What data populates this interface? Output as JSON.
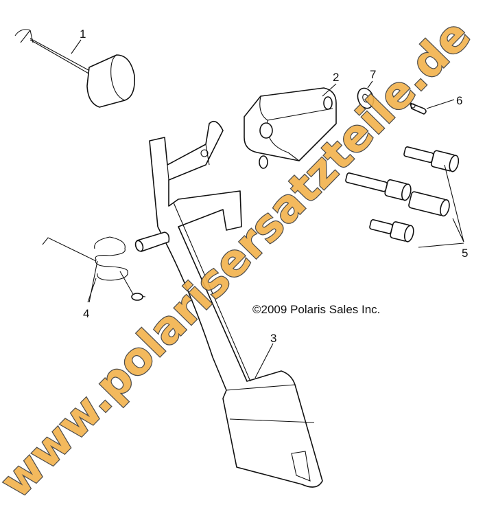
{
  "diagram": {
    "callouts": [
      "1",
      "2",
      "3",
      "4",
      "5",
      "6",
      "7"
    ],
    "copyright": "©2009 Polaris Sales Inc.",
    "watermark": "www.polarisersatzteile.de",
    "colors": {
      "line": "#111111",
      "watermark_fill": "#f2b24c",
      "watermark_outline": "#3a3a3a"
    }
  }
}
